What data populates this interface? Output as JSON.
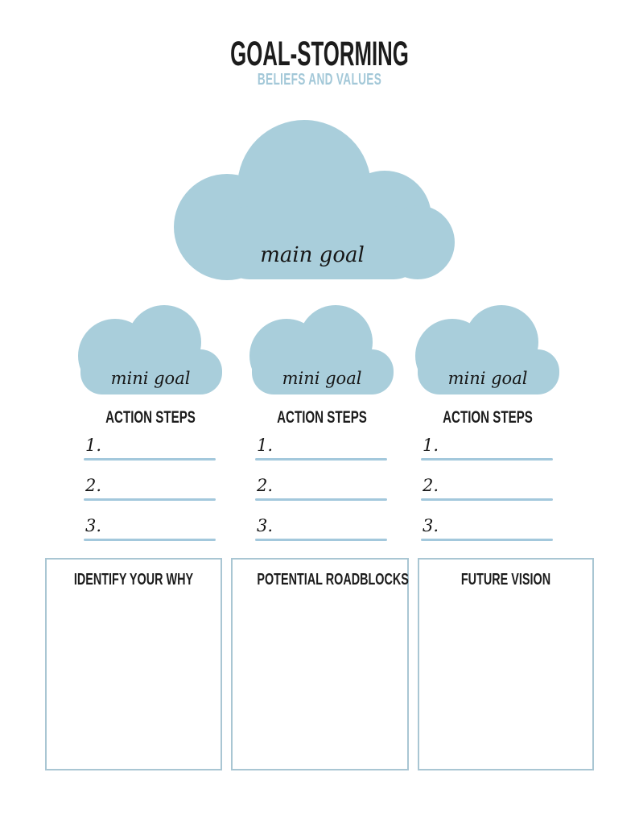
{
  "header": {
    "title": "GOAL-STORMING",
    "subtitle": "BELIEFS AND VALUES"
  },
  "main_cloud": {
    "label": "main goal"
  },
  "columns": [
    {
      "cloud_label": "mini goal",
      "header": "ACTION STEPS",
      "steps": [
        "1.",
        "2.",
        "3."
      ]
    },
    {
      "cloud_label": "mini goal",
      "header": "ACTION STEPS",
      "steps": [
        "1.",
        "2.",
        "3."
      ]
    },
    {
      "cloud_label": "mini goal",
      "header": "ACTION STEPS",
      "steps": [
        "1.",
        "2.",
        "3."
      ]
    }
  ],
  "boxes": [
    {
      "title": "IDENTIFY YOUR WHY"
    },
    {
      "title": "POTENTIAL ROADBLOCKS"
    },
    {
      "title": "FUTURE VISION"
    }
  ],
  "colors": {
    "cloud-blue": "#a9cedb",
    "subtitle-blue": "#a3c8d8",
    "line-blue": "#a3c8dc",
    "box-border-blue": "#a9c6d3",
    "ink": "#1c1c1c"
  }
}
